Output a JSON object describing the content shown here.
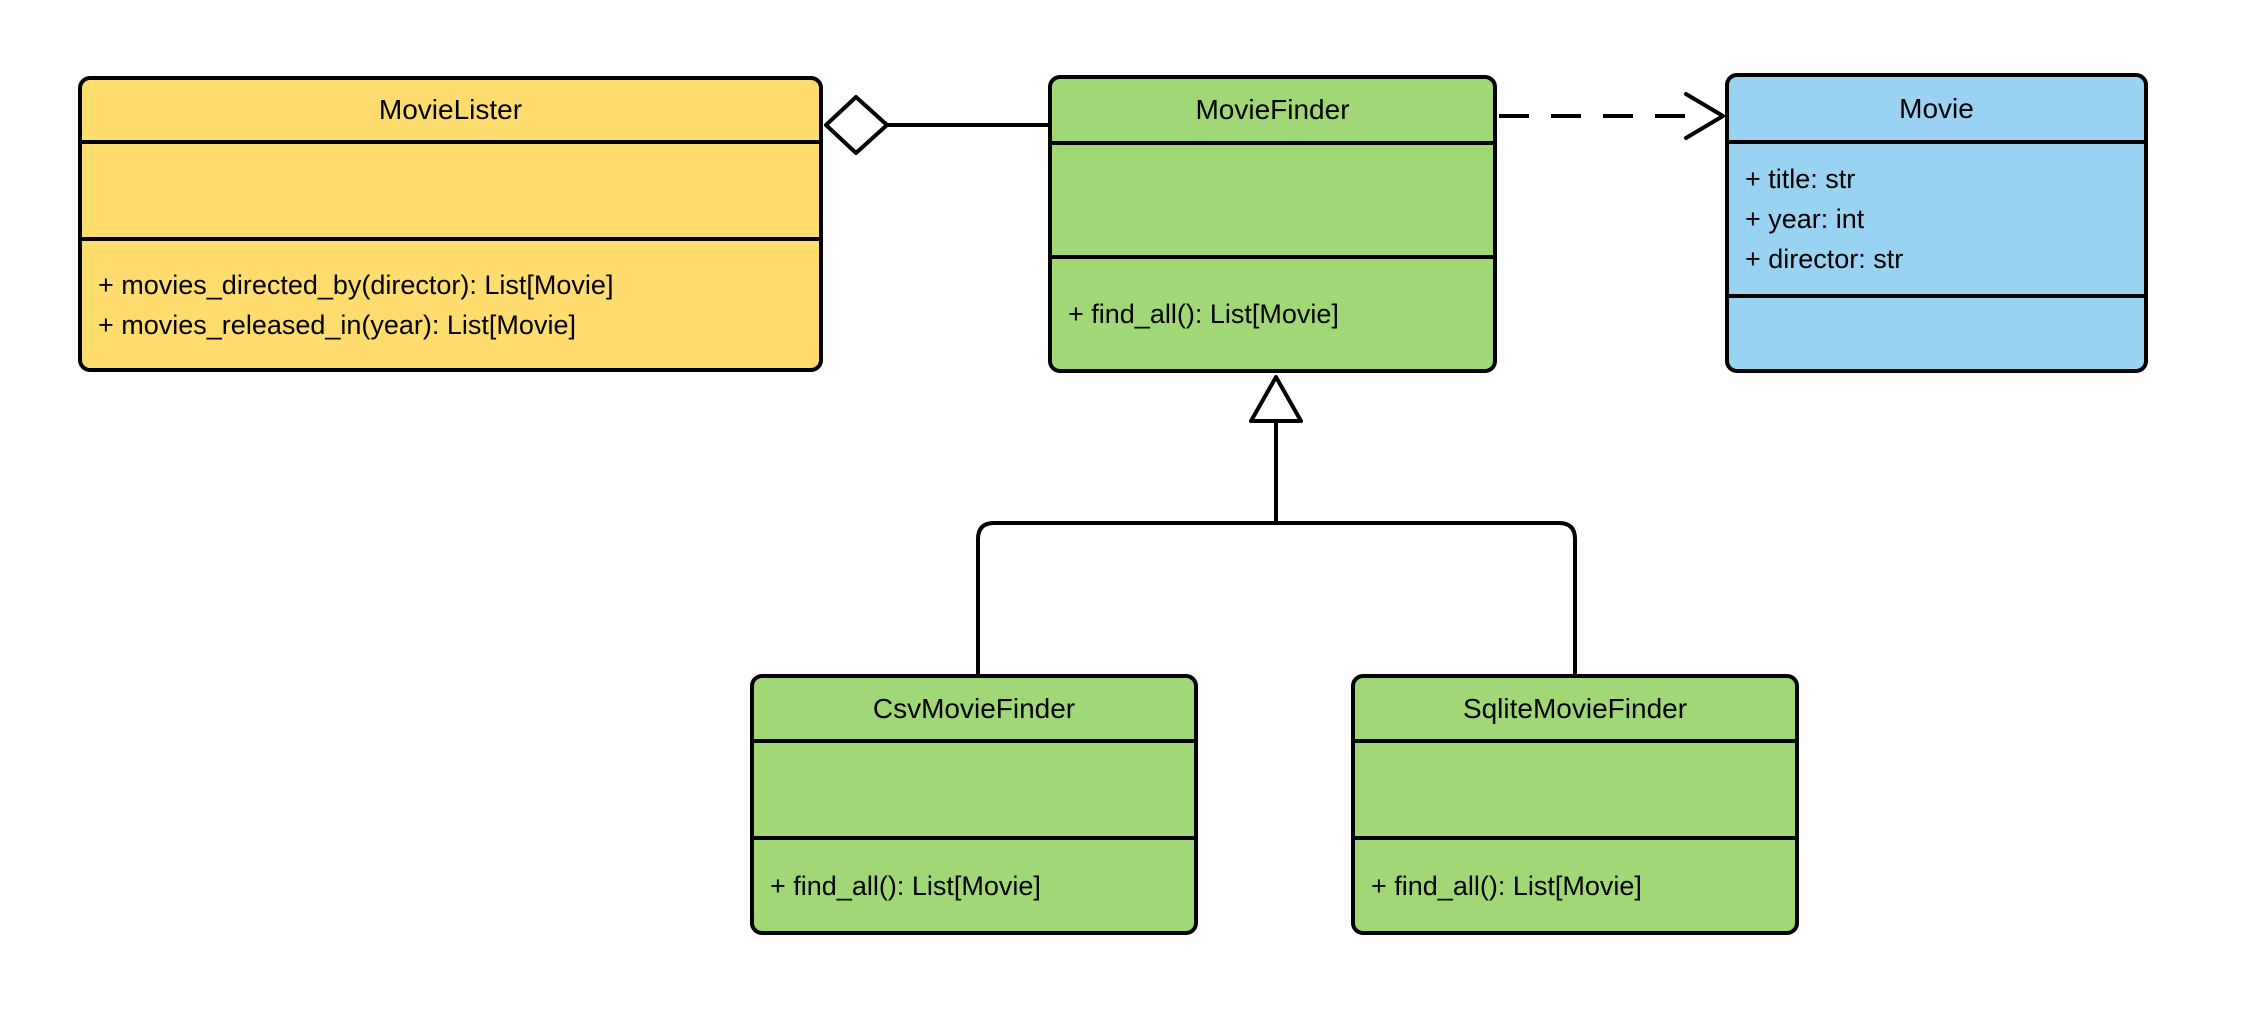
{
  "diagram": {
    "kind": "uml-class-diagram",
    "background": "#ffffff",
    "stroke_color": "#000000",
    "classes": {
      "movie_lister": {
        "name": "MovieLister",
        "fill": "#FFDC6E",
        "attributes": [],
        "methods": [
          "+ movies_directed_by(director): List[Movie]",
          "+ movies_released_in(year): List[Movie]"
        ]
      },
      "movie_finder": {
        "name": "MovieFinder",
        "fill": "#A0D878",
        "attributes": [],
        "methods": [
          "+ find_all(): List[Movie]"
        ]
      },
      "movie": {
        "name": "Movie",
        "fill": "#9AD2F2",
        "attributes": [
          "+ title: str",
          "+ year: int",
          "+ director: str"
        ],
        "methods": []
      },
      "csv_movie_finder": {
        "name": "CsvMovieFinder",
        "fill": "#A0D878",
        "attributes": [],
        "methods": [
          "+ find_all(): List[Movie]"
        ]
      },
      "sqlite_movie_finder": {
        "name": "SqliteMovieFinder",
        "fill": "#A0D878",
        "attributes": [],
        "methods": [
          "+ find_all(): List[Movie]"
        ]
      }
    },
    "relationships": [
      {
        "from": "MovieLister",
        "to": "MovieFinder",
        "type": "aggregation"
      },
      {
        "from": "MovieFinder",
        "to": "Movie",
        "type": "dependency"
      },
      {
        "from": "CsvMovieFinder",
        "to": "MovieFinder",
        "type": "inheritance"
      },
      {
        "from": "SqliteMovieFinder",
        "to": "MovieFinder",
        "type": "inheritance"
      }
    ]
  }
}
